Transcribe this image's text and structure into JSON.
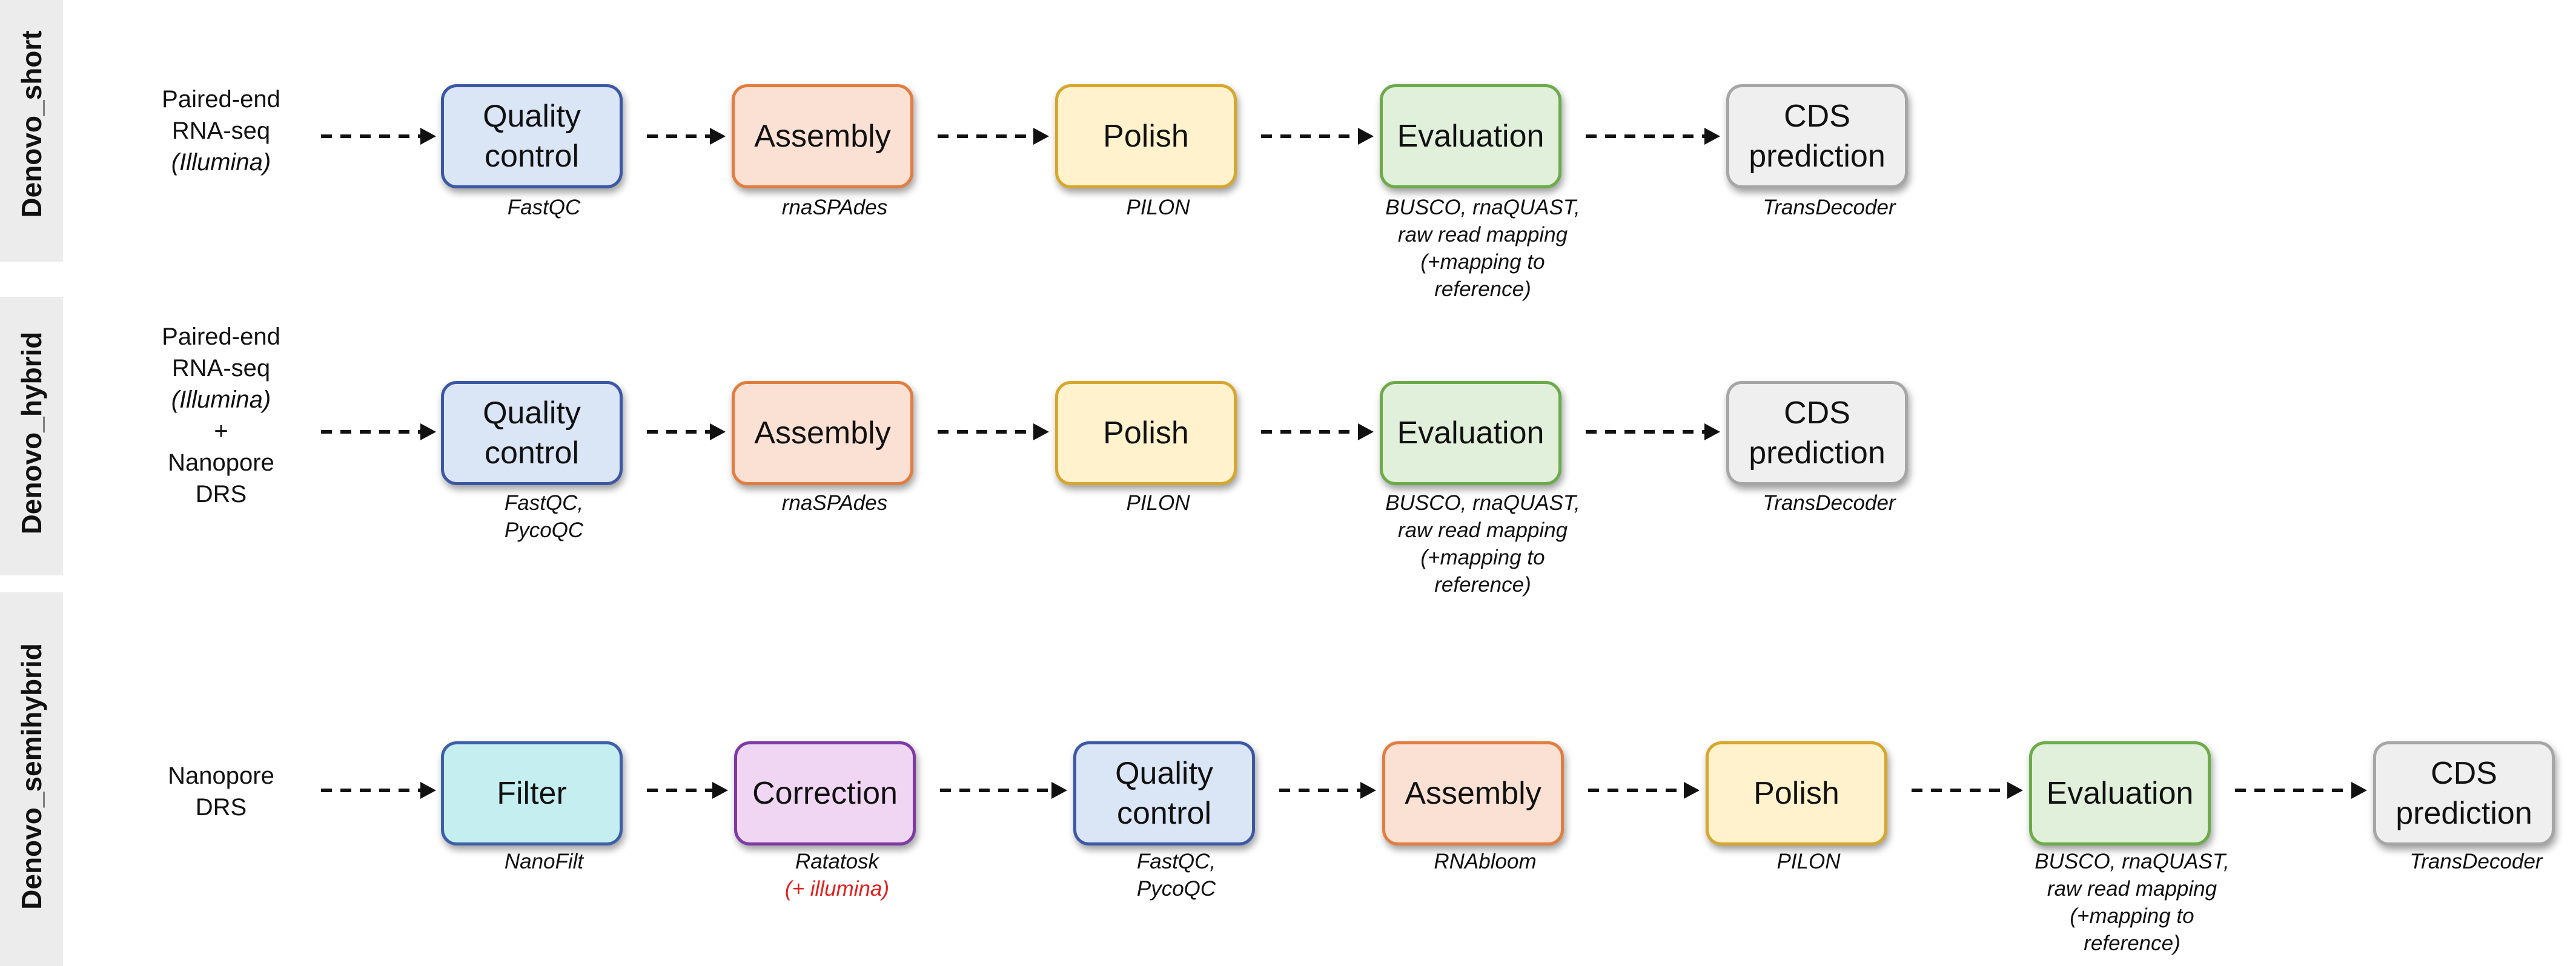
{
  "lanes": [
    {
      "label": "Denovo_short",
      "input": [
        {
          "text": "Paired-end",
          "italic": false
        },
        {
          "text": "RNA-seq",
          "italic": false
        },
        {
          "text": "(Illumina)",
          "italic": true
        }
      ],
      "steps": [
        {
          "label": "Quality control",
          "color": "blue",
          "tools": [
            {
              "text": "FastQC",
              "red": false
            }
          ]
        },
        {
          "label": "Assembly",
          "color": "orange",
          "tools": [
            {
              "text": "rnaSPAdes",
              "red": false
            }
          ]
        },
        {
          "label": "Polish",
          "color": "yellow",
          "tools": [
            {
              "text": "PILON",
              "red": false
            }
          ]
        },
        {
          "label": "Evaluation",
          "color": "green",
          "tools": [
            {
              "text": "BUSCO, rnaQUAST,",
              "red": false
            },
            {
              "text": "raw read mapping",
              "red": false
            },
            {
              "text": "(+mapping to",
              "red": false
            },
            {
              "text": "reference)",
              "red": false
            }
          ]
        },
        {
          "label": "CDS prediction",
          "color": "grey",
          "tools": [
            {
              "text": "TransDecoder",
              "red": false
            }
          ]
        }
      ]
    },
    {
      "label": "Denovo_hybrid",
      "input": [
        {
          "text": "Paired-end",
          "italic": false
        },
        {
          "text": "RNA-seq",
          "italic": false
        },
        {
          "text": "(Illumina)",
          "italic": true
        },
        {
          "text": "+",
          "italic": false
        },
        {
          "text": "Nanopore",
          "italic": false
        },
        {
          "text": "DRS",
          "italic": false
        }
      ],
      "steps": [
        {
          "label": "Quality control",
          "color": "blue",
          "tools": [
            {
              "text": "FastQC,",
              "red": false
            },
            {
              "text": "PycoQC",
              "red": false
            }
          ]
        },
        {
          "label": "Assembly",
          "color": "orange",
          "tools": [
            {
              "text": "rnaSPAdes",
              "red": false
            }
          ]
        },
        {
          "label": "Polish",
          "color": "yellow",
          "tools": [
            {
              "text": "PILON",
              "red": false
            }
          ]
        },
        {
          "label": "Evaluation",
          "color": "green",
          "tools": [
            {
              "text": "BUSCO, rnaQUAST,",
              "red": false
            },
            {
              "text": "raw read mapping",
              "red": false
            },
            {
              "text": "(+mapping to",
              "red": false
            },
            {
              "text": "reference)",
              "red": false
            }
          ]
        },
        {
          "label": "CDS prediction",
          "color": "grey",
          "tools": [
            {
              "text": "TransDecoder",
              "red": false
            }
          ]
        }
      ]
    },
    {
      "label": "Denovo_semihybrid",
      "input": [
        {
          "text": "Nanopore",
          "italic": false
        },
        {
          "text": "DRS",
          "italic": false
        }
      ],
      "steps": [
        {
          "label": "Filter",
          "color": "cyan",
          "tools": [
            {
              "text": "NanoFilt",
              "red": false
            }
          ]
        },
        {
          "label": "Correction",
          "color": "purple",
          "tools": [
            {
              "text": "Ratatosk",
              "red": false
            },
            {
              "text": "(+ illumina)",
              "red": true
            }
          ]
        },
        {
          "label": "Quality control",
          "color": "blue",
          "tools": [
            {
              "text": "FastQC,",
              "red": false
            },
            {
              "text": "PycoQC",
              "red": false
            }
          ]
        },
        {
          "label": "Assembly",
          "color": "orange",
          "tools": [
            {
              "text": "RNAbloom",
              "red": false
            }
          ]
        },
        {
          "label": "Polish",
          "color": "yellow",
          "tools": [
            {
              "text": "PILON",
              "red": false
            }
          ]
        },
        {
          "label": "Evaluation",
          "color": "green",
          "tools": [
            {
              "text": "BUSCO, rnaQUAST,",
              "red": false
            },
            {
              "text": "raw read mapping",
              "red": false
            },
            {
              "text": "(+mapping to",
              "red": false
            },
            {
              "text": "reference)",
              "red": false
            }
          ]
        },
        {
          "label": "CDS prediction",
          "color": "grey",
          "tools": [
            {
              "text": "TransDecoder",
              "red": false
            }
          ]
        }
      ]
    }
  ],
  "colors": {
    "blue": "#dae5f6",
    "orange": "#fbe1d3",
    "yellow": "#fff2cc",
    "green": "#e1f0da",
    "grey": "#efefef",
    "cyan": "#c5eef0",
    "purple": "#f0d6f2",
    "highlight_red": "#e3201e",
    "lane_tab": "#ececec"
  }
}
